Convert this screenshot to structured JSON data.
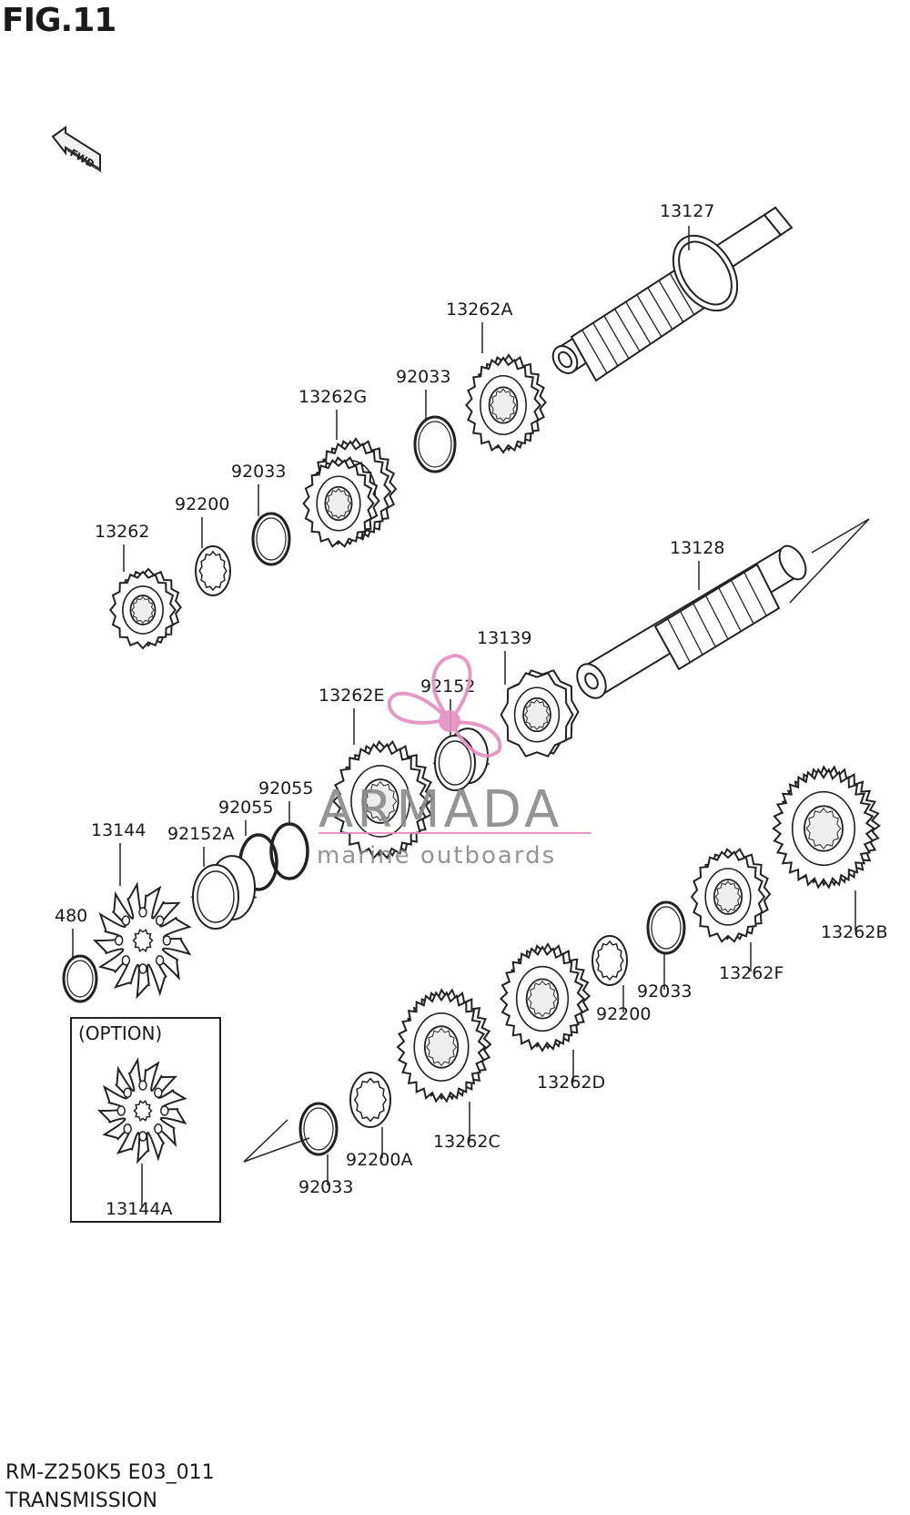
{
  "figure": {
    "title": "FIG.11"
  },
  "footer": {
    "model_code": "RM-Z250K5 E03_011",
    "section_name": "TRANSMISSION"
  },
  "fwd_marker": {
    "text": "FWD"
  },
  "option_box": {
    "label": "(OPTION)"
  },
  "watermark": {
    "brand": "ARMADA",
    "tagline": "marine outboards",
    "logo_color": "#e58fc0"
  },
  "parts": [
    {
      "id": "p13127",
      "number": "13127"
    },
    {
      "id": "p13262A",
      "number": "13262A"
    },
    {
      "id": "p92033a",
      "number": "92033"
    },
    {
      "id": "p13262G",
      "number": "13262G"
    },
    {
      "id": "p92033b",
      "number": "92033"
    },
    {
      "id": "p92200a",
      "number": "92200"
    },
    {
      "id": "p13262",
      "number": "13262"
    },
    {
      "id": "p13128",
      "number": "13128"
    },
    {
      "id": "p13139",
      "number": "13139"
    },
    {
      "id": "p92152",
      "number": "92152"
    },
    {
      "id": "p13262E",
      "number": "13262E"
    },
    {
      "id": "p92055a",
      "number": "92055"
    },
    {
      "id": "p92055b",
      "number": "92055"
    },
    {
      "id": "p92152A",
      "number": "92152A"
    },
    {
      "id": "p13144",
      "number": "13144"
    },
    {
      "id": "p480",
      "number": "480"
    },
    {
      "id": "p13262B",
      "number": "13262B"
    },
    {
      "id": "p13262F",
      "number": "13262F"
    },
    {
      "id": "p92033c",
      "number": "92033"
    },
    {
      "id": "p92200b",
      "number": "92200"
    },
    {
      "id": "p13262D",
      "number": "13262D"
    },
    {
      "id": "p13262C",
      "number": "13262C"
    },
    {
      "id": "p92200A",
      "number": "92200A"
    },
    {
      "id": "p92033d",
      "number": "92033"
    },
    {
      "id": "p13144A",
      "number": "13144A"
    }
  ]
}
